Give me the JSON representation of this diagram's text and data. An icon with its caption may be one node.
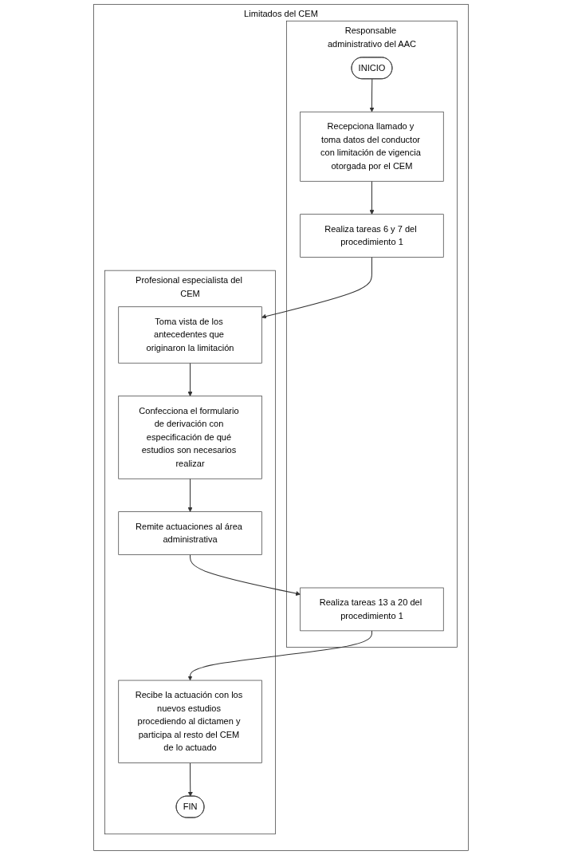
{
  "diagram": {
    "nodes": [
      {
        "text": [
          "Limitados del CEM"
        ]
      },
      {
        "text": [
          "Responsable administrativo del AAC"
        ],
        "in": 0
      },
      {
        "text": [
          "Profesional especialista del CEM"
        ],
        "in": 0
      },
      {
        "text": [
          "INICIO"
        ],
        "in": 1
      },
      {
        "text": [
          "Recepciona llamado y toma datos del conductor con limitación de vigencia otorgada por el CEM"
        ],
        "in": 1
      },
      {
        "text": [
          "Realiza tareas 6 y 7 del procedimiento 1"
        ],
        "in": 1
      },
      {
        "text": [
          "Toma vista de los antecedentes que originaron la limitación"
        ],
        "in": 2
      },
      {
        "text": [
          "Confecciona el formulario de derivación con especificación de qué estudios son necesarios realizar"
        ],
        "in": 2
      },
      {
        "text": [
          "Remite actuaciones al área administrativa"
        ],
        "in": 2
      },
      {
        "text": [
          "Realiza tareas 13 a 20 del procedimiento 1"
        ],
        "in": 1
      },
      {
        "text": [
          "Recibe la actuación con los nuevos estudios procediendo al dictamen y participa al resto del CEM de lo actuado"
        ],
        "in": 2
      },
      {
        "text": [
          "FIN"
        ],
        "in": 2
      }
    ],
    "edges": [
      {
        "from": 3,
        "to": 4,
        "arrow": "to"
      },
      {
        "from": 4,
        "to": 5,
        "arrow": "to"
      },
      {
        "from": 5,
        "to": 6,
        "arrow": "to"
      },
      {
        "from": 6,
        "to": 7,
        "arrow": "to"
      },
      {
        "from": 7,
        "to": 8,
        "arrow": "to"
      },
      {
        "from": 8,
        "to": 9,
        "arrow": "to"
      },
      {
        "from": 9,
        "to": 10,
        "arrow": "to"
      },
      {
        "from": 10,
        "to": 11,
        "arrow": "to"
      }
    ]
  }
}
